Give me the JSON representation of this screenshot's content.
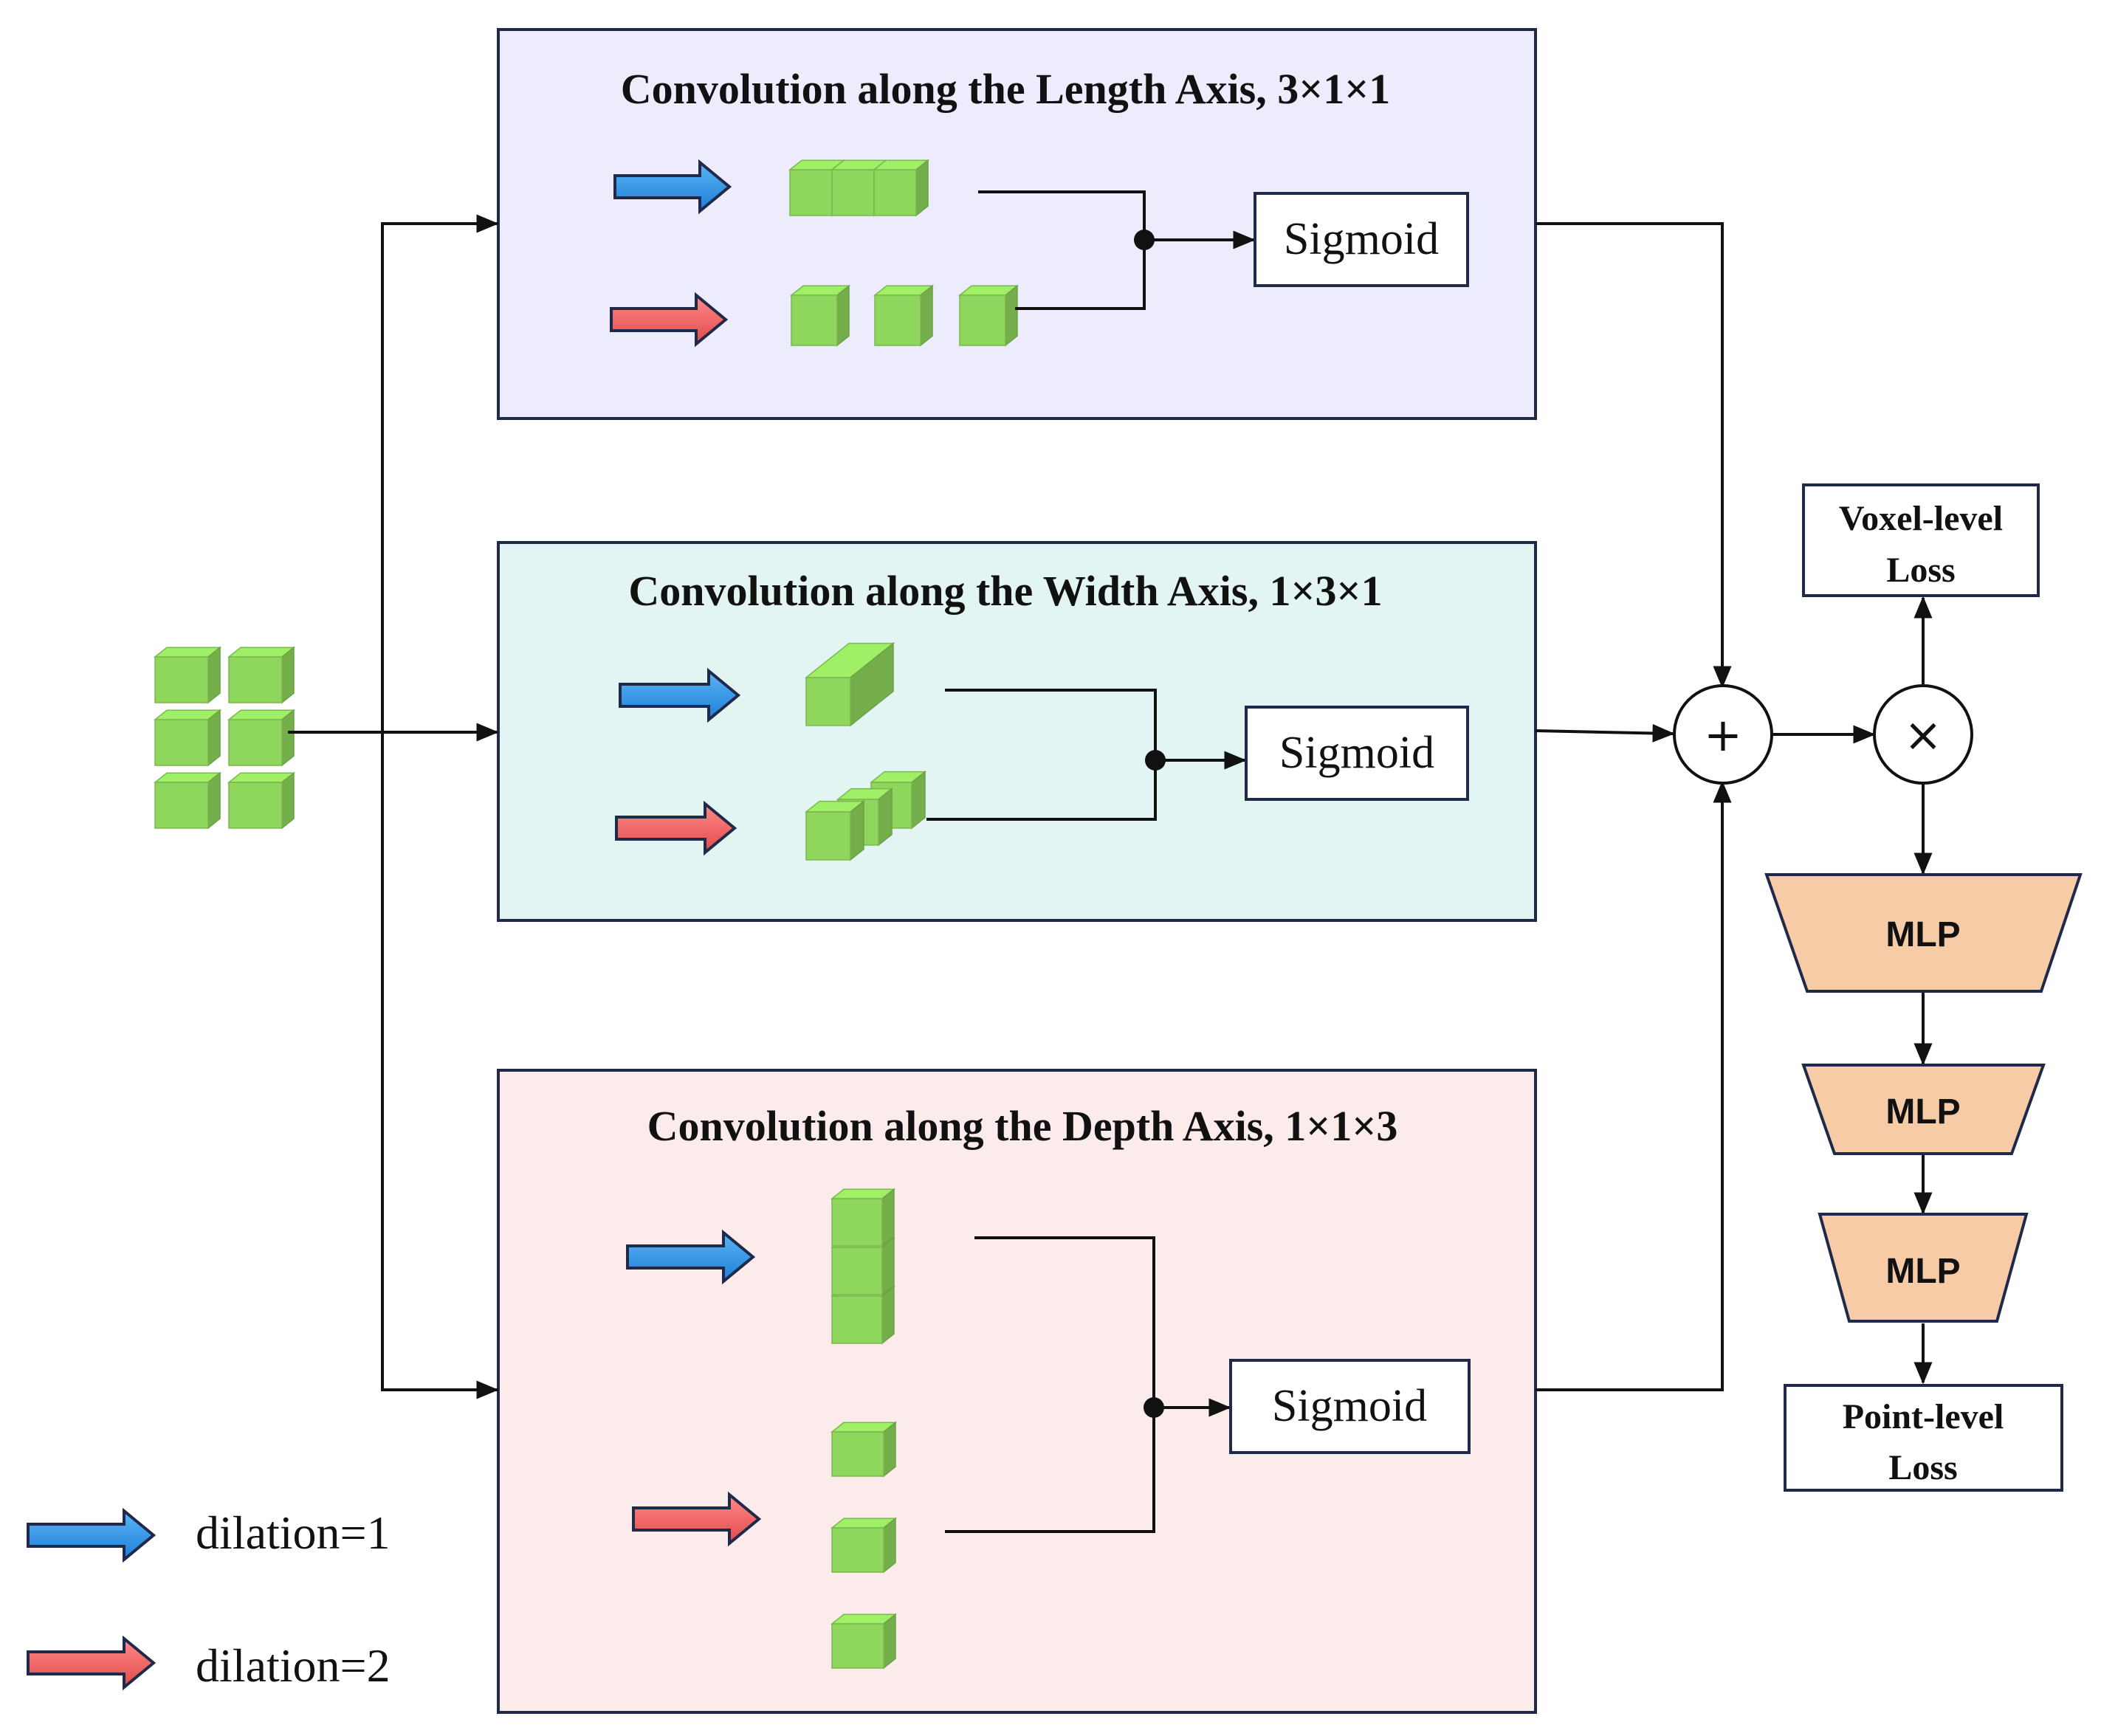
{
  "panels": {
    "length": {
      "title": "Convolution along the Length Axis, 3×1×1",
      "fill": "#ececfc"
    },
    "width": {
      "title": "Convolution along the Width Axis, 1×3×1",
      "fill": "#e2f5f3"
    },
    "depth": {
      "title": "Convolution along the Depth Axis, 1×1×3",
      "fill": "#fcebeb"
    }
  },
  "sigmoid_label": "Sigmoid",
  "operators": {
    "add": "+",
    "multiply": "×"
  },
  "voxel_loss": {
    "line1": "Voxel-level",
    "line2": "Loss"
  },
  "point_loss": {
    "line1": "Point-level",
    "line2": "Loss"
  },
  "mlp_layers": [
    "MLP",
    "MLP",
    "MLP"
  ],
  "legend": {
    "dilation1": {
      "label": "dilation=1",
      "color": "#2f8ee6"
    },
    "dilation2": {
      "label": "dilation=2",
      "color": "#f06262"
    }
  },
  "colors": {
    "cube": "#8fd65c",
    "mlp": "#f8cba7"
  }
}
